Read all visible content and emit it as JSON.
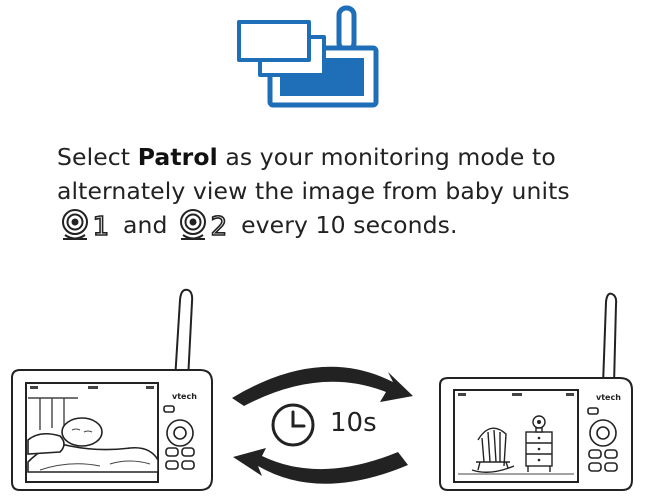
{
  "instruction": {
    "select": "Select",
    "patrol": "Patrol",
    "line1_rest": "as your monitoring mode to",
    "line2": "alternately view the image from baby units",
    "unit1": "1",
    "and": "and",
    "unit2": "2",
    "line3_rest": "every 10 seconds."
  },
  "timer": {
    "label": "10s"
  },
  "monitors": {
    "brand": "vtech"
  },
  "colors": {
    "accent": "#1f6fb8",
    "ink": "#222222"
  },
  "icons": {
    "mode": "multi-window-icon",
    "camera": "baby-camera-icon",
    "clock": "clock-icon",
    "cycle": "cycle-arrows-icon"
  }
}
